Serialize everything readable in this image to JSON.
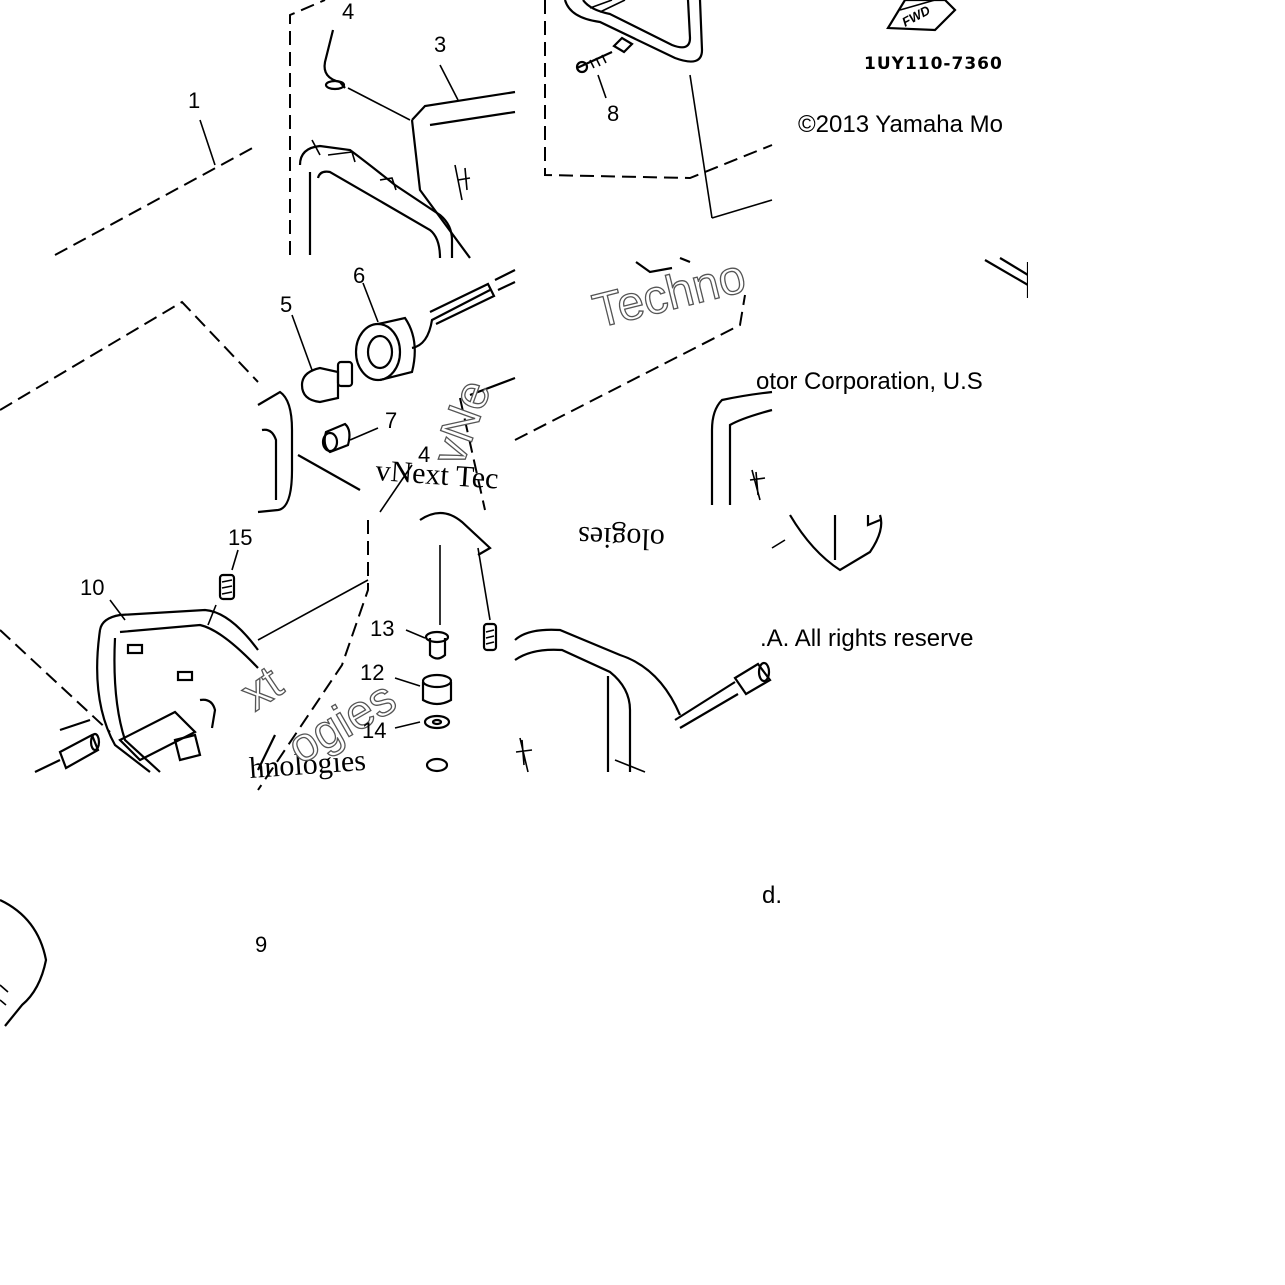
{
  "diagram": {
    "diagram_code": "1UY110-7360",
    "fwd_label": "FWD",
    "copyright_parts": [
      "©2013 Yamaha Mo",
      "otor Corporation, U.S",
      ".A. All rights reserve",
      "d."
    ],
    "watermarks": [
      "Techno",
      "vNext Tec",
      "ologies",
      "xt",
      "hnologies",
      "ogies",
      "vNe"
    ],
    "callouts": [
      "1",
      "3",
      "4",
      "4",
      "5",
      "6",
      "7",
      "8",
      "9",
      "10",
      "12",
      "13",
      "14",
      "15"
    ]
  }
}
